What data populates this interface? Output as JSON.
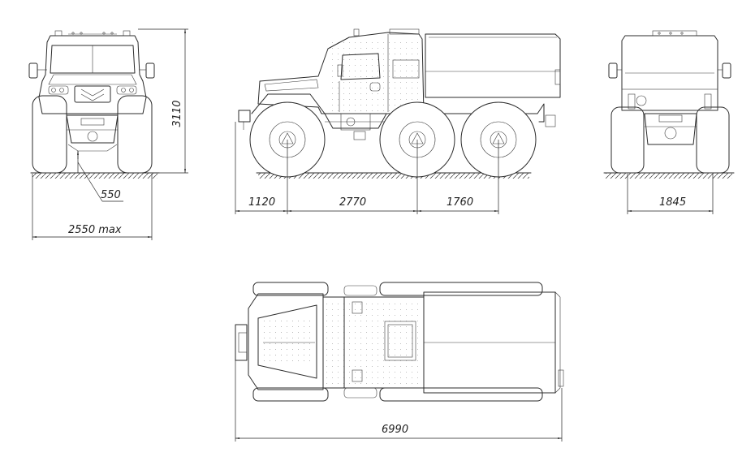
{
  "dimensions": {
    "overall_height": "3110",
    "ground_clearance": "550",
    "overall_width": "2550 max",
    "front_overhang": "1120",
    "wheelbase_front": "2770",
    "wheelbase_rear": "1760",
    "track": "1845",
    "overall_length": "6990"
  },
  "colors": {
    "line": "#2b2b2b",
    "background": "#ffffff"
  }
}
